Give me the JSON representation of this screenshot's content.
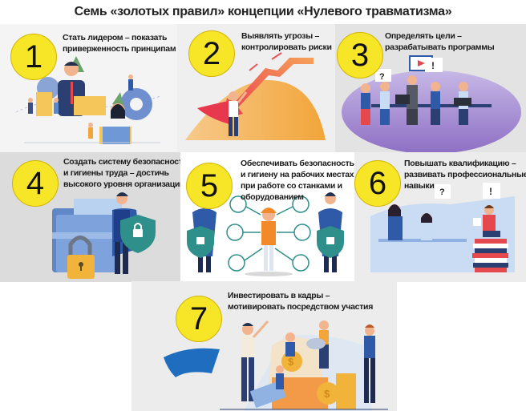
{
  "title": "Семь «золотых правил» концепции «Нулевого травматизма»",
  "panels": [
    {
      "number": "1",
      "lines": [
        "Стать лидером – показать",
        "приверженность принципам"
      ],
      "illustration": "leader-with-laptop-and-gears",
      "background": "#f4f4f4"
    },
    {
      "number": "2",
      "lines": [
        "Выявлять угрозы –",
        "контролировать риски"
      ],
      "illustration": "hero-stopping-falling-arrow",
      "background": "#efefef"
    },
    {
      "number": "3",
      "lines": [
        "Определять цели –",
        "разрабатывать программы"
      ],
      "illustration": "team-meeting-at-table",
      "background": "#e3e3e3"
    },
    {
      "number": "4",
      "lines": [
        "Создать систему безопасности",
        "и гигиены труда – достичь",
        "высокого уровня организации"
      ],
      "illustration": "guard-with-shield-and-padlock",
      "background": "#dcdcdc"
    },
    {
      "number": "5",
      "lines": [
        "Обеспечивать безопасность",
        "и гигиену на рабочих местах,",
        "при работе со станками и",
        "оборудованием"
      ],
      "illustration": "worker-with-ppe-and-guards",
      "background": "#ffffff"
    },
    {
      "number": "6",
      "lines": [
        "Повышать квалификацию –",
        "развивать профессиональные",
        "навыки"
      ],
      "illustration": "people-studying-with-books",
      "background": "#ececec"
    },
    {
      "number": "7",
      "lines": [
        "Инвестировать в кадры –",
        "мотивировать посредством участия"
      ],
      "illustration": "team-with-coins-and-hero",
      "background": "#ececec"
    }
  ],
  "colors": {
    "circle": "#f7e627",
    "circle_border": "#d2b400",
    "blue": "#2f5aa8",
    "orange": "#f2a53a",
    "red": "#e5484d",
    "purple": "#9a86c9"
  }
}
